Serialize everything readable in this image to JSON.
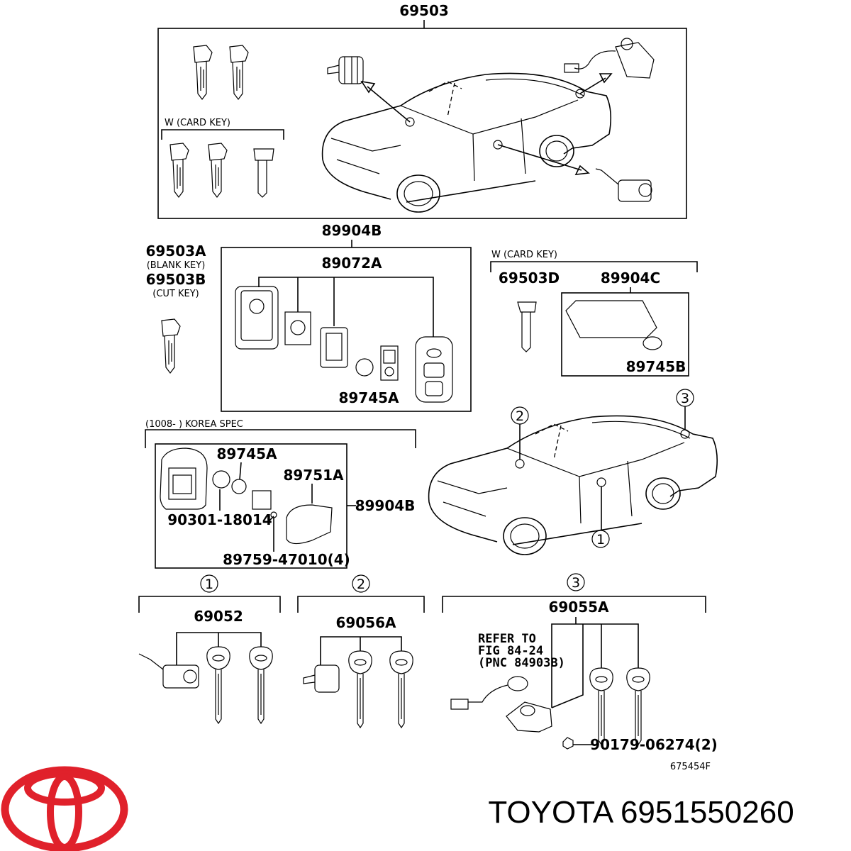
{
  "labels": {
    "p69503": "69503",
    "wcard1": "W (CARD KEY)",
    "p89904B_top": "89904B",
    "p69503A": "69503A",
    "blank_key": "(BLANK KEY)",
    "p69503B": "69503B",
    "cut_key": "(CUT KEY)",
    "p89072A": "89072A",
    "p89745A_1": "89745A",
    "wcard2": "W (CARD KEY)",
    "p69503D": "69503D",
    "p89904C": "89904C",
    "p89745B": "89745B",
    "korea": "(1008-        ) KOREA SPEC",
    "p89745A_2": "89745A",
    "p89751A": "89751A",
    "p89904B_side": "89904B",
    "p90301": "90301-18014",
    "p89759": "89759-47010(4)",
    "c1a": "1",
    "c2a": "2",
    "c3a": "3",
    "c1b": "1",
    "c2b": "2",
    "c3b": "3",
    "p69052": "69052",
    "p69056A": "69056A",
    "p69055A": "69055A",
    "refer1": "REFER TO",
    "refer2": "FIG 84-24",
    "refer3": "(PNC 84903B)",
    "p90179": "90179-06274(2)",
    "diagram_code": "675454F",
    "brand_caption": "TOYOTA 6951550260"
  },
  "colors": {
    "brand_red": "#e0212b",
    "line": "#000000"
  },
  "icons": {
    "logo": "toyota-logo-icon"
  }
}
